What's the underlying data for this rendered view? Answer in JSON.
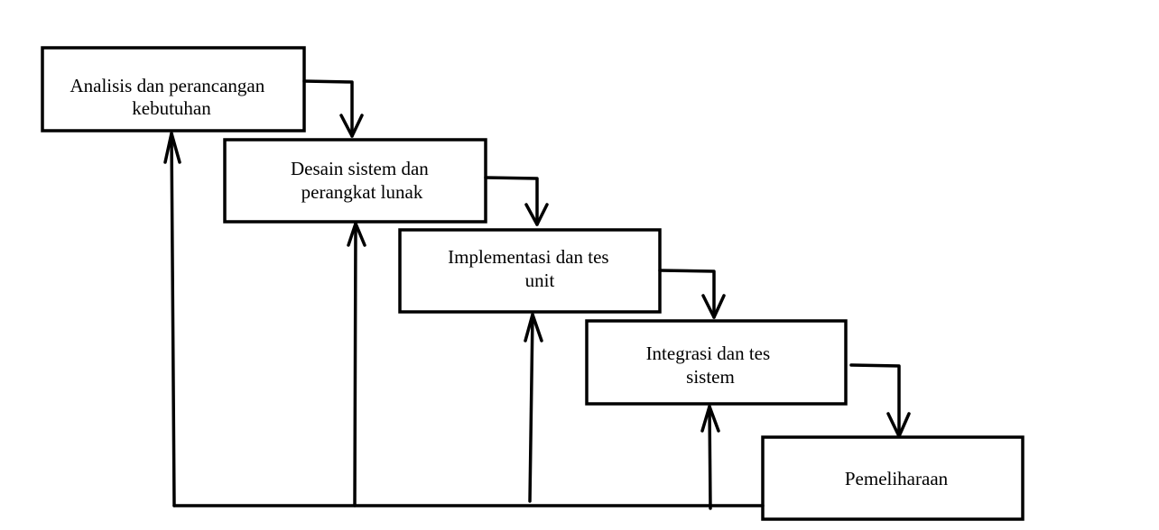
{
  "diagram": {
    "type": "waterfall-process",
    "line_color": "#000000",
    "box_fill": "#ffffff",
    "stages": [
      {
        "id": "analisis",
        "lines": [
          "Analisis dan perancangan",
          "kebutuhan"
        ]
      },
      {
        "id": "desain",
        "lines": [
          "Desain sistem dan",
          "perangkat lunak"
        ]
      },
      {
        "id": "implementasi",
        "lines": [
          "Implementasi dan tes",
          "unit"
        ]
      },
      {
        "id": "integrasi",
        "lines": [
          "Integrasi dan tes",
          "sistem"
        ]
      },
      {
        "id": "pemeliharaan",
        "lines": [
          "Pemeliharaan"
        ]
      }
    ],
    "forward_flow": [
      {
        "from": "analisis",
        "to": "desain"
      },
      {
        "from": "desain",
        "to": "implementasi"
      },
      {
        "from": "implementasi",
        "to": "integrasi"
      },
      {
        "from": "integrasi",
        "to": "pemeliharaan"
      }
    ],
    "feedback_flow": [
      {
        "from": "pemeliharaan",
        "to": "analisis"
      },
      {
        "from": "pemeliharaan",
        "to": "desain"
      },
      {
        "from": "pemeliharaan",
        "to": "implementasi"
      },
      {
        "from": "pemeliharaan",
        "to": "integrasi"
      }
    ]
  }
}
